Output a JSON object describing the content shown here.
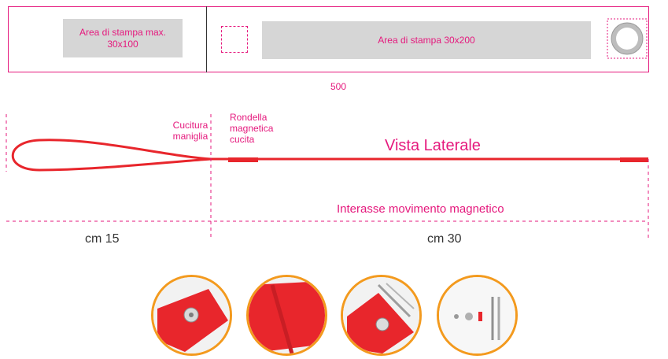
{
  "top_band": {
    "left_area_line1": "Area di stampa max.",
    "left_area_line2": "30x100",
    "right_area": "Area di stampa 30x200",
    "width_label": "500"
  },
  "side_view": {
    "seam_label_line1": "Cucitura",
    "seam_label_line2": "maniglia",
    "washer_label_line1": "Rondella",
    "washer_label_line2": "magnetica",
    "washer_label_line3": "cucita",
    "title": "Vista Laterale",
    "axis_label": "Interasse movimento magnetico",
    "dim_left": "cm 15",
    "dim_right": "cm 30"
  },
  "colors": {
    "magenta": "#e5197d",
    "strap_red": "#e8262c",
    "print_area_gray": "#d6d6d6",
    "photo_border_orange": "#f39a1e"
  },
  "photos": [
    {
      "name": "photo-washer-closeup-icon"
    },
    {
      "name": "photo-strap-fabric-icon"
    },
    {
      "name": "photo-washer-with-tools-icon"
    },
    {
      "name": "photo-components-icon"
    }
  ]
}
